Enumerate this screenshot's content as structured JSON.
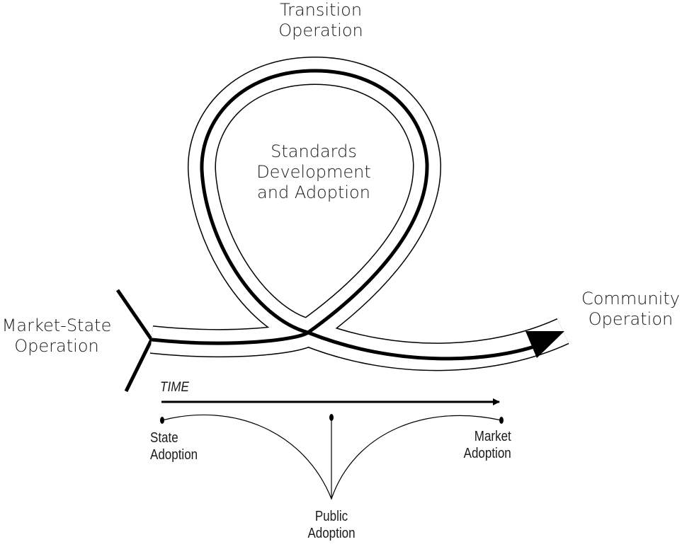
{
  "labels": {
    "transition": [
      "Transition",
      "Operation"
    ],
    "standards": [
      "Standards",
      "Development",
      "and Adoption"
    ],
    "market_state": [
      "Market-State",
      "Operation"
    ],
    "community": [
      "Community",
      "Operation"
    ],
    "time": "TIME",
    "state_adoption": [
      "State",
      "Adoption"
    ],
    "market_adoption": [
      "Market",
      "Adoption"
    ],
    "public_adoption": [
      "Public",
      "Adoption"
    ]
  },
  "colors": {
    "stroke": "#000000",
    "background": "#ffffff"
  }
}
